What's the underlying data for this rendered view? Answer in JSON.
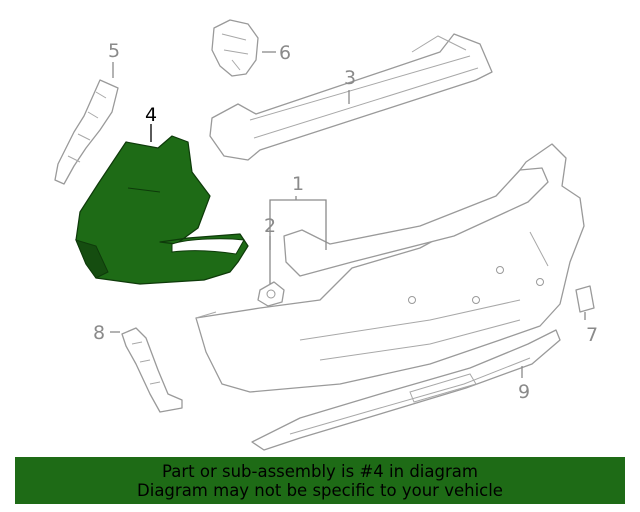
{
  "diagram": {
    "highlight_color": "#1e6b16",
    "callouts": [
      "1",
      "2",
      "3",
      "4",
      "5",
      "6",
      "7",
      "8",
      "9"
    ],
    "highlighted_callout": "4"
  },
  "banner": {
    "line1": "Part or sub-assembly is #4 in diagram",
    "line2": "Diagram may not be specific to your vehicle",
    "color": "#1e6b16"
  }
}
